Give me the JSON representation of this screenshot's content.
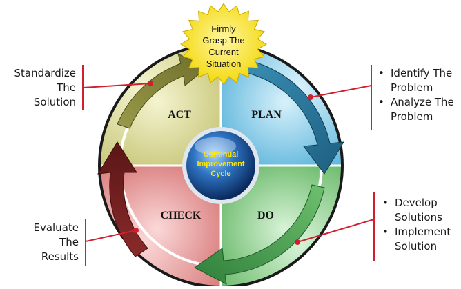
{
  "star": {
    "lines": [
      "Firmly",
      "Grasp The",
      "Current",
      "Situation"
    ]
  },
  "quadrants": {
    "act": "ACT",
    "plan": "PLAN",
    "check": "CHECK",
    "do": "DO"
  },
  "center": {
    "lines": [
      "Continual",
      "Improvement",
      "Cycle"
    ]
  },
  "callouts": {
    "act": {
      "lines": [
        "Standardize",
        "The",
        "Solution"
      ]
    },
    "plan": {
      "items": [
        "Identify The Problem",
        "Analyze The Problem"
      ]
    },
    "check": {
      "lines": [
        "Evaluate",
        "The",
        "Results"
      ]
    },
    "do": {
      "items": [
        "Develop Solutions",
        "Implement Solution"
      ]
    }
  },
  "colors": {
    "act": "#d8d890",
    "plan": "#8fd2ec",
    "check": "#eaa0a0",
    "do": "#9cd39c",
    "callout_line": "#d02030",
    "star": "#f6e400",
    "center": "#1e5fa8",
    "center_text": "#ffe800"
  }
}
